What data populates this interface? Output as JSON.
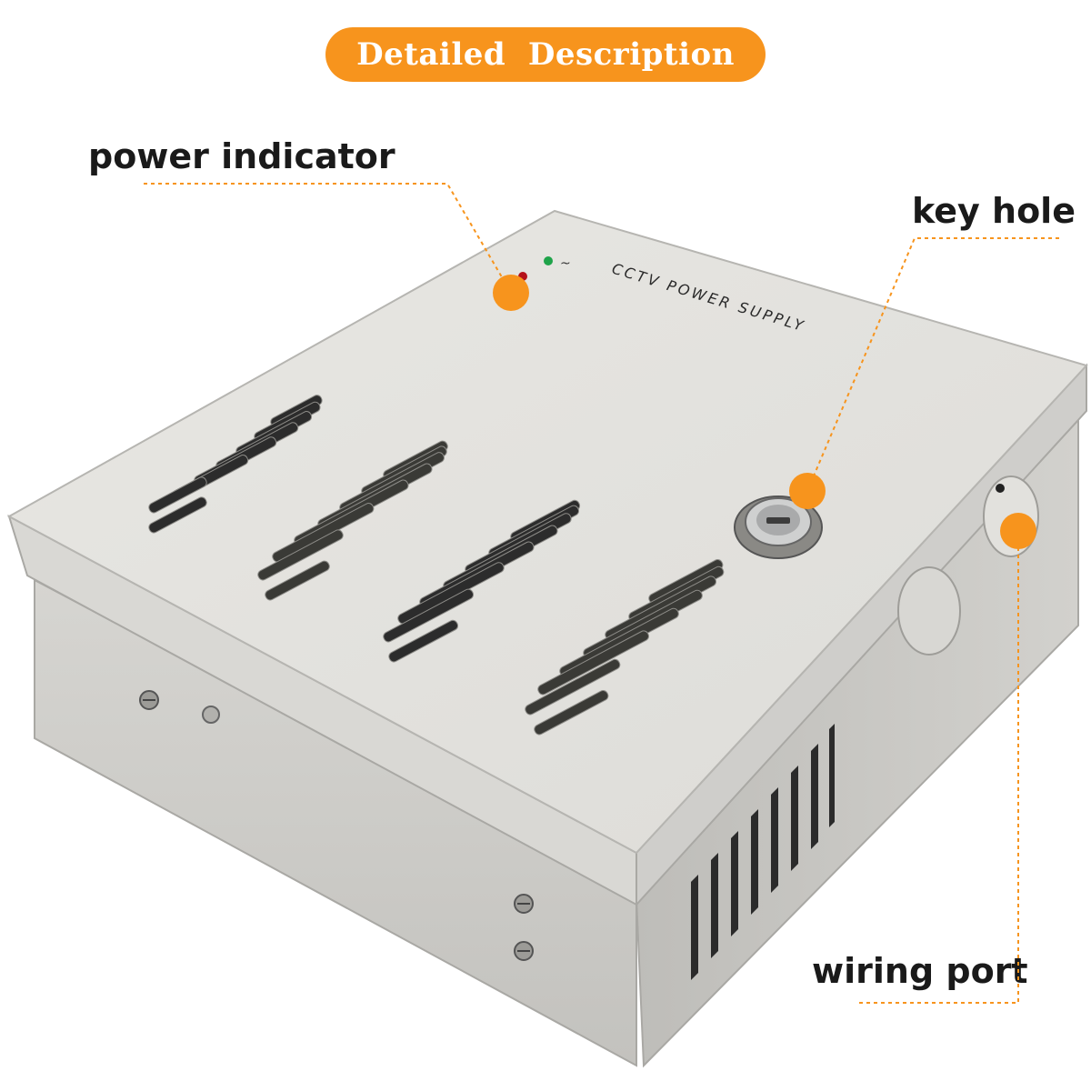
{
  "header": {
    "title": "Detailed  Description"
  },
  "callouts": {
    "power_indicator": "power indicator",
    "key_hole": "key hole",
    "wiring_port": "wiring port"
  },
  "device": {
    "panel_text": "CCTV POWER SUPPLY"
  },
  "colors": {
    "accent": "#f7941d",
    "case": "#e4e3e0",
    "dark": "#2a2a2a"
  }
}
